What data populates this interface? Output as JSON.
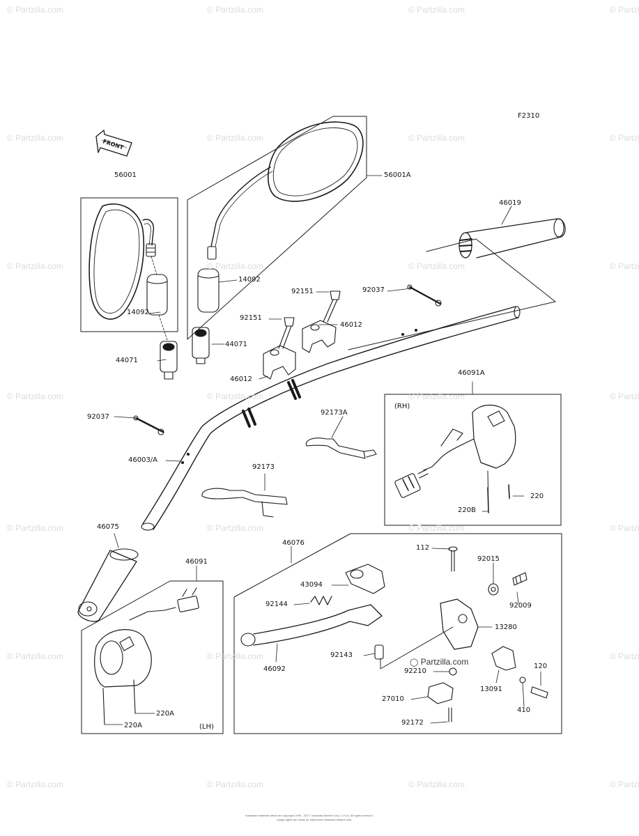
{
  "diagram_code": "F2310",
  "watermark_text": "© Partzilla.com",
  "brand_stamp": "Partzilla.com",
  "front_label": "FRONT",
  "side_labels": {
    "rh": "(RH)",
    "lh": "(LH)"
  },
  "parts": {
    "p56001": "56001",
    "p56001a": "56001A",
    "p46019": "46019",
    "p14092a": "14092",
    "p14092b": "14092",
    "p92151a": "92151",
    "p92151b": "92151",
    "p92037a": "92037",
    "p92037b": "92037",
    "p46012a": "46012",
    "p46012b": "46012",
    "p44071a": "44071",
    "p44071b": "44071",
    "p46091a": "46091A",
    "p92173a": "92173A",
    "p92173": "92173",
    "p46003": "46003/A",
    "p220": "220",
    "p220b": "220B",
    "p46075": "46075",
    "p46076": "46076",
    "p46091": "46091",
    "p112": "112",
    "p92015": "92015",
    "p43094": "43094",
    "p92144": "92144",
    "p92009": "92009",
    "p13280": "13280",
    "p46092": "46092",
    "p92143": "92143",
    "p92210": "92210",
    "p120": "120",
    "p13091": "13091",
    "p27010": "27010",
    "p410": "410",
    "p92172": "92172",
    "p220a1": "220A",
    "p220a2": "220A"
  },
  "copyright_lines": [
    "Kawasaki materials within are copyright 1995 - 2017, Kawasaki Motors Corp., U.S.A. All rights reserved.",
    "Usage rights are solely for authorized Kawasaki dealers only."
  ]
}
